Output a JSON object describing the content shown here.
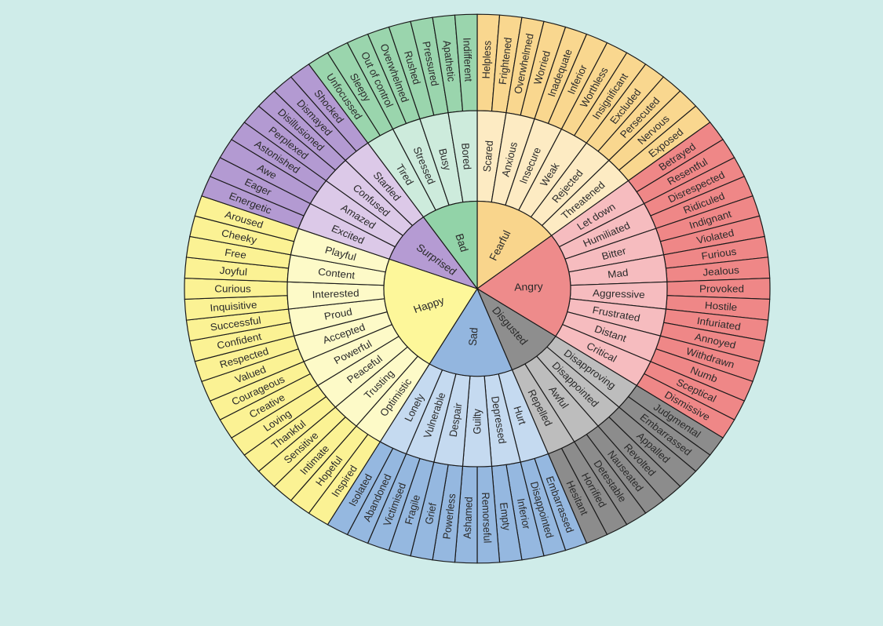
{
  "title": "Feelings Wheel",
  "emotions": [
    {
      "label": "Fearful",
      "colors": {
        "core": "#f9d58c",
        "middle": "#fdebc3",
        "outer": "#f9d78f"
      },
      "children": [
        {
          "label": "Scared",
          "outer": [
            "Helpless",
            "Frightened"
          ]
        },
        {
          "label": "Anxious",
          "outer": [
            "Overwhelmed",
            "Worried"
          ]
        },
        {
          "label": "Insecure",
          "outer": [
            "Inadequate",
            "Inferior"
          ]
        },
        {
          "label": "Weak",
          "outer": [
            "Worthless",
            "Insignificant"
          ]
        },
        {
          "label": "Rejected",
          "outer": [
            "Excluded",
            "Persecuted"
          ]
        },
        {
          "label": "Threatened",
          "outer": [
            "Nervous",
            "Exposed"
          ]
        }
      ]
    },
    {
      "label": "Angry",
      "colors": {
        "core": "#ee8b8b",
        "middle": "#f6bcbf",
        "outer": "#ef8787"
      },
      "children": [
        {
          "label": "Let down",
          "outer": [
            "Betrayed",
            "Resentful"
          ]
        },
        {
          "label": "Humiliated",
          "outer": [
            "Disrespected",
            "Ridiculed"
          ]
        },
        {
          "label": "Bitter",
          "outer": [
            "Indignant",
            "Violated"
          ]
        },
        {
          "label": "Mad",
          "outer": [
            "Furious",
            "Jealous"
          ]
        },
        {
          "label": "Aggressive",
          "outer": [
            "Provoked",
            "Hostile"
          ]
        },
        {
          "label": "Frustrated",
          "outer": [
            "Infuriated",
            "Annoyed"
          ]
        },
        {
          "label": "Distant",
          "outer": [
            "Withdrawn",
            "Numb"
          ]
        },
        {
          "label": "Critical",
          "outer": [
            "Sceptical",
            "Dismissive"
          ]
        }
      ]
    },
    {
      "label": "Disgusted",
      "colors": {
        "core": "#8e8e8e",
        "middle": "#bdbdbd",
        "outer": "#8c8c8c"
      },
      "children": [
        {
          "label": "Disapproving",
          "outer": [
            "Judgmental",
            "Embarrassed"
          ]
        },
        {
          "label": "Disappointed",
          "outer": [
            "Appalled",
            "Revolted"
          ]
        },
        {
          "label": "Awful",
          "outer": [
            "Nauseated",
            "Detestable"
          ]
        },
        {
          "label": "Repelled",
          "outer": [
            "Horrified",
            "Hesitant"
          ]
        }
      ]
    },
    {
      "label": "Sad",
      "colors": {
        "core": "#93b6df",
        "middle": "#c5daf0",
        "outer": "#95b8e0"
      },
      "children": [
        {
          "label": "Hurt",
          "outer": [
            "Embarrassed",
            "Disappointed"
          ]
        },
        {
          "label": "Depressed",
          "outer": [
            "Inferior",
            "Empty"
          ]
        },
        {
          "label": "Guilty",
          "outer": [
            "Remorseful",
            "Ashamed"
          ]
        },
        {
          "label": "Despair",
          "outer": [
            "Powerless",
            "Grief"
          ]
        },
        {
          "label": "Vulnerable",
          "outer": [
            "Fragile",
            "Victimised"
          ]
        },
        {
          "label": "Lonely",
          "outer": [
            "Abandoned",
            "Isolated"
          ]
        }
      ]
    },
    {
      "label": "Happy",
      "colors": {
        "core": "#fdf79a",
        "middle": "#fdfac8",
        "outer": "#fbf294"
      },
      "children": [
        {
          "label": "Optimistic",
          "outer": [
            "Inspired",
            "Hopeful"
          ]
        },
        {
          "label": "Trusting",
          "outer": [
            "Intimate",
            "Sensitive"
          ]
        },
        {
          "label": "Peaceful",
          "outer": [
            "Thankful",
            "Loving"
          ]
        },
        {
          "label": "Powerful",
          "outer": [
            "Creative",
            "Courageous"
          ]
        },
        {
          "label": "Accepted",
          "outer": [
            "Valued",
            "Respected"
          ]
        },
        {
          "label": "Proud",
          "outer": [
            "Confident",
            "Successful"
          ]
        },
        {
          "label": "Interested",
          "outer": [
            "Inquisitive",
            "Curious"
          ]
        },
        {
          "label": "Content",
          "outer": [
            "Joyful",
            "Free"
          ]
        },
        {
          "label": "Playful",
          "outer": [
            "Cheeky",
            "Aroused"
          ]
        }
      ]
    },
    {
      "label": "Surprised",
      "colors": {
        "core": "#b59bd3",
        "middle": "#dcc9e8",
        "outer": "#b39ad2"
      },
      "children": [
        {
          "label": "Excited",
          "outer": [
            "Energetic",
            "Eager"
          ]
        },
        {
          "label": "Amazed",
          "outer": [
            "Awe",
            "Astonished"
          ]
        },
        {
          "label": "Confused",
          "outer": [
            "Perplexed",
            "Disillusioned"
          ]
        },
        {
          "label": "Startled",
          "outer": [
            "Dismayed",
            "Shocked"
          ]
        }
      ]
    },
    {
      "label": "Bad",
      "colors": {
        "core": "#92d3a8",
        "middle": "#cdebdc",
        "outer": "#9ad5ad"
      },
      "children": [
        {
          "label": "Tired",
          "outer": [
            "Unfocussed",
            "Sleepy"
          ]
        },
        {
          "label": "Stressed",
          "outer": [
            "Out of control",
            "Overwhelmed"
          ]
        },
        {
          "label": "Busy",
          "outer": [
            "Rushed",
            "Pressured"
          ]
        },
        {
          "label": "Bored",
          "outer": [
            "Apathetic",
            "Indifferent"
          ]
        }
      ]
    }
  ]
}
